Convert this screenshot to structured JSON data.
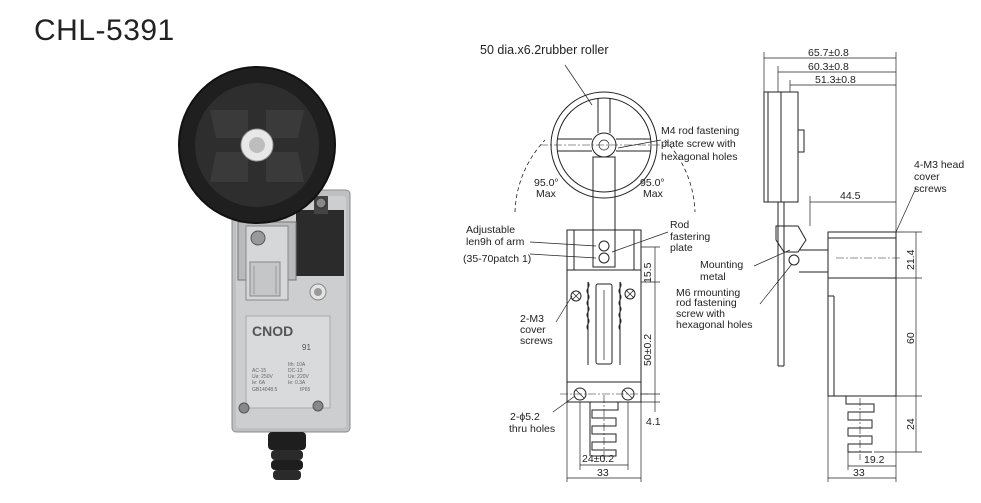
{
  "title": "CHL-5391",
  "photo": {
    "logo_text": "CNOD",
    "model_text": "91",
    "spec_lines": [
      "AC-15",
      "Ue: 250V",
      "Ie: 6A",
      "DC-13",
      "Ue: 220V",
      "Ie: 0.3A",
      "GB14048.5",
      "IP65",
      "Ith: 10A"
    ]
  },
  "front_view": {
    "roller_label": "50 dia.x6.2rubber roller",
    "screw_label_lines": [
      "M4 rod fastening",
      "plate screw with",
      "hexagonal holes"
    ],
    "angle_left": "95.0°",
    "angle_left_sub": "Max",
    "angle_right": "95.0°",
    "angle_right_sub": "Max",
    "arm_label_lines": [
      "Adjustable",
      "len9h of arm",
      "(35-70patch 1)"
    ],
    "plate_label_lines": [
      "Rod",
      "fastering",
      "plate"
    ],
    "cover_label_lines": [
      "2-M3",
      "cover",
      "screws"
    ],
    "holes_label_lines": [
      "2-ϕ5.2",
      "thru holes"
    ],
    "dim_15_5": "15.5",
    "dim_50": "50±0.2",
    "dim_4_1": "4.1",
    "dim_24": "24±0.2",
    "dim_33": "33"
  },
  "side_view": {
    "dim_65_7": "65.7±0.8",
    "dim_60_3": "60.3±0.8",
    "dim_51_3": "51.3±0.8",
    "head_label_lines": [
      "4-M3 head",
      "cover",
      "screws"
    ],
    "dim_44_5": "44.5",
    "mount_label_lines": [
      "Mounting",
      "metal"
    ],
    "m6_label_lines": [
      "M6 rmounting",
      "rod fastening",
      "screw with",
      "hexagonal holes"
    ],
    "dim_21_4": "21.4",
    "dim_60": "60",
    "dim_24": "24",
    "dim_19_2": "19.2",
    "dim_33": "33"
  }
}
